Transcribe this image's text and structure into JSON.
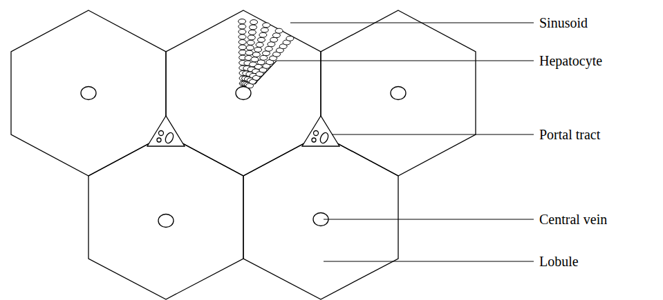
{
  "diagram": {
    "labels": [
      "Sinusoid",
      "Hepatocyte",
      "Portal tract",
      "Central vein",
      "Lobule"
    ]
  }
}
